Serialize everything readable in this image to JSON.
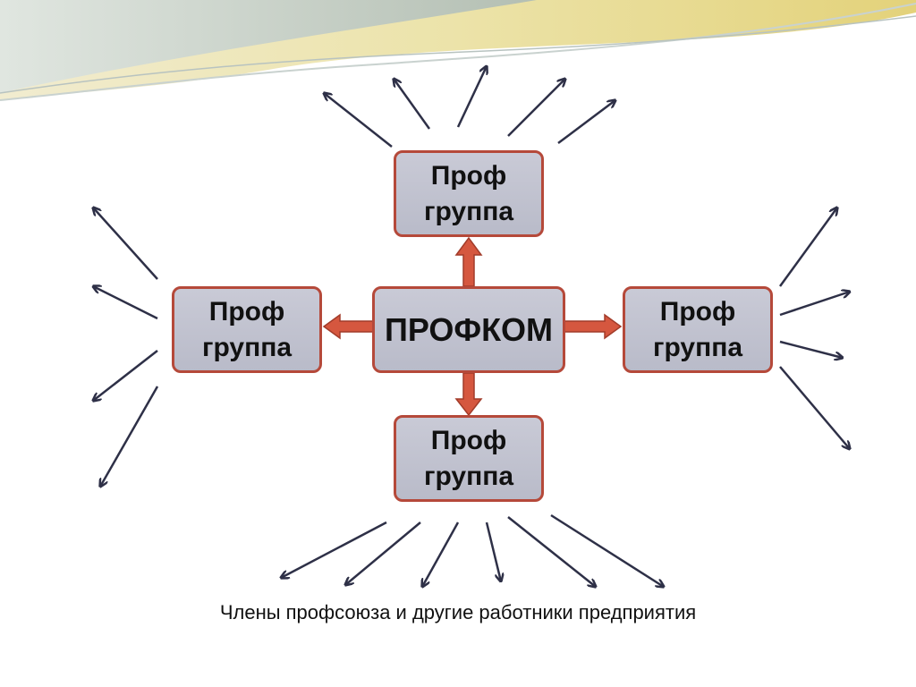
{
  "diagram": {
    "center": {
      "label": "ПРОФКОМ"
    },
    "groups": {
      "top": {
        "line1": "Проф",
        "line2": "группа"
      },
      "left": {
        "line1": "Проф",
        "line2": "группа"
      },
      "right": {
        "line1": "Проф",
        "line2": "группа"
      },
      "bottom": {
        "line1": "Проф",
        "line2": "группа"
      }
    },
    "caption": "Члены профсоюза и другие работники предприятия"
  },
  "colors": {
    "box_fill": "#c3c4d1",
    "box_border": "#b5493a",
    "block_arrow_fill": "#d5573f",
    "line_arrow": "#2e3047",
    "banner_gold": "#e9dc8a",
    "banner_gray": "#b9c4c2"
  }
}
